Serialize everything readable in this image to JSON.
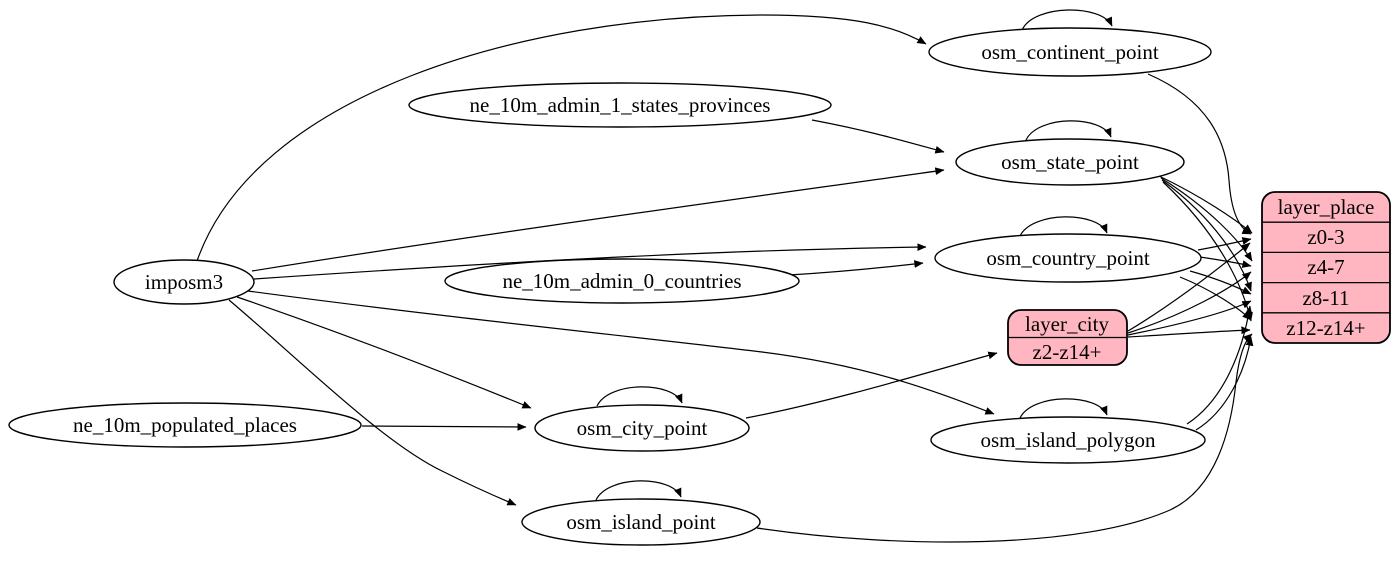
{
  "diagram": {
    "type": "etl-graph",
    "background_color": "#ffffff",
    "record_fill_color": "#ffb6c1",
    "edge_color": "#000000",
    "nodes": {
      "imposm3": "imposm3",
      "ne_admin1": "ne_10m_admin_1_states_provinces",
      "ne_admin0": "ne_10m_admin_0_countries",
      "ne_places": "ne_10m_populated_places",
      "continent": "osm_continent_point",
      "state": "osm_state_point",
      "country": "osm_country_point",
      "city": "osm_city_point",
      "island_polygon": "osm_island_polygon",
      "island_point": "osm_island_point"
    },
    "records": {
      "layer_place": {
        "title": "layer_place",
        "rows": [
          "z0-3",
          "z4-7",
          "z8-11",
          "z12-z14+"
        ]
      },
      "layer_city": {
        "title": "layer_city",
        "rows": [
          "z2-z14+"
        ]
      }
    },
    "edges": [
      {
        "from": "imposm3",
        "to": "osm_continent_point"
      },
      {
        "from": "imposm3",
        "to": "osm_state_point"
      },
      {
        "from": "imposm3",
        "to": "osm_country_point"
      },
      {
        "from": "imposm3",
        "to": "osm_city_point"
      },
      {
        "from": "imposm3",
        "to": "osm_island_polygon"
      },
      {
        "from": "imposm3",
        "to": "osm_island_point"
      },
      {
        "from": "ne_10m_admin_1_states_provinces",
        "to": "osm_state_point"
      },
      {
        "from": "ne_10m_admin_0_countries",
        "to": "osm_country_point"
      },
      {
        "from": "ne_10m_populated_places",
        "to": "osm_city_point"
      },
      {
        "from": "osm_continent_point",
        "to": "osm_continent_point"
      },
      {
        "from": "osm_state_point",
        "to": "osm_state_point"
      },
      {
        "from": "osm_country_point",
        "to": "osm_country_point"
      },
      {
        "from": "osm_city_point",
        "to": "osm_city_point"
      },
      {
        "from": "osm_island_polygon",
        "to": "osm_island_polygon"
      },
      {
        "from": "osm_island_point",
        "to": "osm_island_point"
      },
      {
        "from": "osm_continent_point",
        "to": "layer_place:z0-3"
      },
      {
        "from": "osm_state_point",
        "to": "layer_place:z0-3"
      },
      {
        "from": "osm_state_point",
        "to": "layer_place:z4-7"
      },
      {
        "from": "osm_state_point",
        "to": "layer_place:z8-11"
      },
      {
        "from": "osm_state_point",
        "to": "layer_place:z12-z14+"
      },
      {
        "from": "osm_country_point",
        "to": "layer_place:z0-3"
      },
      {
        "from": "osm_country_point",
        "to": "layer_place:z4-7"
      },
      {
        "from": "osm_country_point",
        "to": "layer_place:z8-11"
      },
      {
        "from": "osm_country_point",
        "to": "layer_place:z12-z14+"
      },
      {
        "from": "osm_city_point",
        "to": "layer_city:z2-z14+"
      },
      {
        "from": "layer_city",
        "to": "layer_place:z0-3"
      },
      {
        "from": "layer_city",
        "to": "layer_place:z4-7"
      },
      {
        "from": "layer_city",
        "to": "layer_place:z8-11"
      },
      {
        "from": "layer_city",
        "to": "layer_place:z12-z14+"
      },
      {
        "from": "osm_island_polygon",
        "to": "layer_place:z8-11"
      },
      {
        "from": "osm_island_polygon",
        "to": "layer_place:z12-z14+"
      },
      {
        "from": "osm_island_point",
        "to": "layer_place:z12-z14+"
      }
    ]
  }
}
